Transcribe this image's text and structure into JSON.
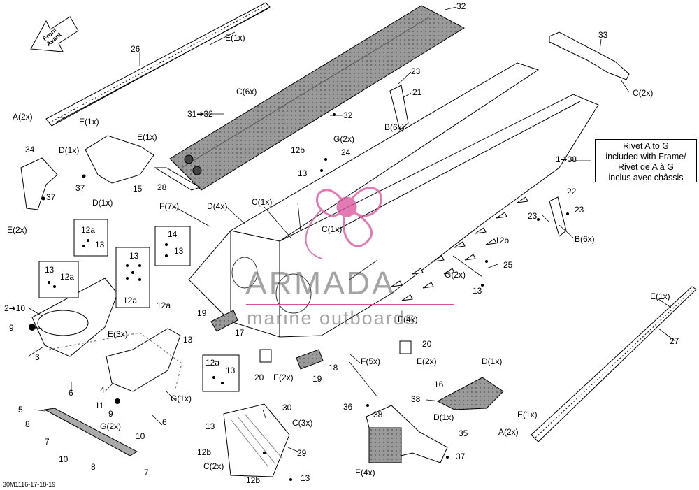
{
  "figure_id": "30M1116-17-18-19",
  "watermark": {
    "brand": "ARMADA",
    "tagline": "marine outboards",
    "color": "#d94f9a"
  },
  "front_arrow": {
    "line1": "Front",
    "line2": "Avant"
  },
  "note_box": {
    "line1": "Rivet A to G",
    "line2": "included with Frame/",
    "line3": "Rivet de A à G",
    "line4": "inclus avec châssis"
  },
  "callouts": [
    {
      "id": "c-32a",
      "text": "32"
    },
    {
      "id": "c-e1x-a",
      "text": "E(1x)"
    },
    {
      "id": "c-26",
      "text": "26"
    },
    {
      "id": "c-33",
      "text": "33"
    },
    {
      "id": "c-c6x",
      "text": "C(6x)"
    },
    {
      "id": "c-23a",
      "text": "23"
    },
    {
      "id": "c-21",
      "text": "21"
    },
    {
      "id": "c-c2x-a",
      "text": "C(2x)"
    },
    {
      "id": "c-a2x-a",
      "text": "A(2x)"
    },
    {
      "id": "c-e1x-b",
      "text": "E(1x)"
    },
    {
      "id": "c-31-32",
      "text": "31➔32"
    },
    {
      "id": "c-32b",
      "text": "32"
    },
    {
      "id": "c-b6x-a",
      "text": "B(6x)"
    },
    {
      "id": "c-e1x-c",
      "text": "E(1x)"
    },
    {
      "id": "c-g2x-a",
      "text": "G(2x)"
    },
    {
      "id": "c-12b-a",
      "text": "12b"
    },
    {
      "id": "c-24",
      "text": "24"
    },
    {
      "id": "c-34",
      "text": "34"
    },
    {
      "id": "c-d1x-a",
      "text": "D(1x)"
    },
    {
      "id": "c-1-38",
      "text": "1➔38"
    },
    {
      "id": "c-13a",
      "text": "13"
    },
    {
      "id": "c-37a",
      "text": "37"
    },
    {
      "id": "c-15",
      "text": "15"
    },
    {
      "id": "c-28",
      "text": "28"
    },
    {
      "id": "c-37b",
      "text": "37"
    },
    {
      "id": "c-d1x-b",
      "text": "D(1x)"
    },
    {
      "id": "c-22",
      "text": "22"
    },
    {
      "id": "c-f7x",
      "text": "F(7x)"
    },
    {
      "id": "c-d4x",
      "text": "D(4x)"
    },
    {
      "id": "c-c1x-a",
      "text": "C(1x)"
    },
    {
      "id": "c-23b",
      "text": "23"
    },
    {
      "id": "c-23c",
      "text": "23"
    },
    {
      "id": "c-e2x-a",
      "text": "E(2x)"
    },
    {
      "id": "c-c1x-b",
      "text": "C(1x)"
    },
    {
      "id": "c-b6x-b",
      "text": "B(6x)"
    },
    {
      "id": "c-12a-a",
      "text": "12a"
    },
    {
      "id": "c-14",
      "text": "14"
    },
    {
      "id": "c-13b",
      "text": "13"
    },
    {
      "id": "c-13c",
      "text": "13"
    },
    {
      "id": "c-12b-b",
      "text": "12b"
    },
    {
      "id": "c-13d",
      "text": "13"
    },
    {
      "id": "c-25",
      "text": "25"
    },
    {
      "id": "c-13e",
      "text": "13"
    },
    {
      "id": "c-12a-b",
      "text": "12a"
    },
    {
      "id": "c-g2x-b",
      "text": "G(2x)"
    },
    {
      "id": "c-13f",
      "text": "13"
    },
    {
      "id": "c-12a-c",
      "text": "12a"
    },
    {
      "id": "c-e1x-d",
      "text": "E(1x)"
    },
    {
      "id": "c-2-10",
      "text": "2➔10"
    },
    {
      "id": "c-12a-d",
      "text": "12a"
    },
    {
      "id": "c-e4x-a",
      "text": "E(4x)"
    },
    {
      "id": "c-19a",
      "text": "19"
    },
    {
      "id": "c-9a",
      "text": "9"
    },
    {
      "id": "c-e3x",
      "text": "E(3x)"
    },
    {
      "id": "c-13g",
      "text": "13"
    },
    {
      "id": "c-17",
      "text": "17"
    },
    {
      "id": "c-27",
      "text": "27"
    },
    {
      "id": "c-20a",
      "text": "20"
    },
    {
      "id": "c-3",
      "text": "3"
    },
    {
      "id": "c-e2x-b",
      "text": "E(2x)"
    },
    {
      "id": "c-f5x",
      "text": "F(5x)"
    },
    {
      "id": "c-12a-e",
      "text": "12a"
    },
    {
      "id": "c-13h",
      "text": "13"
    },
    {
      "id": "c-18",
      "text": "18"
    },
    {
      "id": "c-d1x-c",
      "text": "D(1x)"
    },
    {
      "id": "c-20b",
      "text": "20"
    },
    {
      "id": "c-e2x-c",
      "text": "E(2x)"
    },
    {
      "id": "c-19b",
      "text": "19"
    },
    {
      "id": "c-6a",
      "text": "6"
    },
    {
      "id": "c-4",
      "text": "4"
    },
    {
      "id": "c-g1x",
      "text": "G(1x)"
    },
    {
      "id": "c-16",
      "text": "16"
    },
    {
      "id": "c-36",
      "text": "36"
    },
    {
      "id": "c-38a",
      "text": "38"
    },
    {
      "id": "c-11",
      "text": "11"
    },
    {
      "id": "c-9b",
      "text": "9"
    },
    {
      "id": "c-30",
      "text": "30"
    },
    {
      "id": "c-5",
      "text": "5"
    },
    {
      "id": "c-6b",
      "text": "6"
    },
    {
      "id": "c-d1x-d",
      "text": "D(1x)"
    },
    {
      "id": "c-e1x-e",
      "text": "E(1x)"
    },
    {
      "id": "c-g2x-c",
      "text": "G(2x)"
    },
    {
      "id": "c-c3x",
      "text": "C(3x)"
    },
    {
      "id": "c-38b",
      "text": "38"
    },
    {
      "id": "c-8a",
      "text": "8"
    },
    {
      "id": "c-13i",
      "text": "13"
    },
    {
      "id": "c-a2x-b",
      "text": "A(2x)"
    },
    {
      "id": "c-10a",
      "text": "10"
    },
    {
      "id": "c-7a",
      "text": "7"
    },
    {
      "id": "c-35",
      "text": "35"
    },
    {
      "id": "c-29",
      "text": "29"
    },
    {
      "id": "c-12b-c",
      "text": "12b"
    },
    {
      "id": "c-10b",
      "text": "10"
    },
    {
      "id": "c-37c",
      "text": "37"
    },
    {
      "id": "c-c2x-b",
      "text": "C(2x)"
    },
    {
      "id": "c-8b",
      "text": "8"
    },
    {
      "id": "c-e4x-b",
      "text": "E(4x)"
    },
    {
      "id": "c-7b",
      "text": "7"
    },
    {
      "id": "c-12b-d",
      "text": "12b"
    },
    {
      "id": "c-13j",
      "text": "13"
    }
  ]
}
